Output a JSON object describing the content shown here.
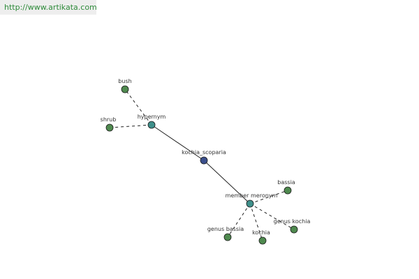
{
  "header": {
    "url": "http://www.artikata.com"
  },
  "colors": {
    "root_node": "#3b4f8c",
    "relation_node": "#3e8f8a",
    "leaf_node": "#4f8a4f",
    "node_stroke": "#1a1a1a",
    "edge": "#222222",
    "banner_bg": "#eeeeee",
    "banner_text": "#2e8b3a"
  },
  "graph": {
    "nodes": [
      {
        "id": "kochia_scoparia",
        "label": "kochia_scoparia",
        "kind": "root"
      },
      {
        "id": "hypernym",
        "label": "hypernym",
        "kind": "relation"
      },
      {
        "id": "member_meronym",
        "label": "member meronym",
        "kind": "relation"
      },
      {
        "id": "bush",
        "label": "bush",
        "kind": "leaf"
      },
      {
        "id": "shrub",
        "label": "shrub",
        "kind": "leaf"
      },
      {
        "id": "bassia",
        "label": "bassia",
        "kind": "leaf"
      },
      {
        "id": "genus_kochia",
        "label": "genus kochia",
        "kind": "leaf"
      },
      {
        "id": "kochia",
        "label": "kochia",
        "kind": "leaf"
      },
      {
        "id": "genus_bassia",
        "label": "genus bassia",
        "kind": "leaf"
      }
    ],
    "edges": [
      {
        "from": "kochia_scoparia",
        "to": "hypernym",
        "style": "solid"
      },
      {
        "from": "kochia_scoparia",
        "to": "member_meronym",
        "style": "solid"
      },
      {
        "from": "hypernym",
        "to": "bush",
        "style": "dashed"
      },
      {
        "from": "hypernym",
        "to": "shrub",
        "style": "dashed"
      },
      {
        "from": "member_meronym",
        "to": "bassia",
        "style": "dashed"
      },
      {
        "from": "member_meronym",
        "to": "genus_kochia",
        "style": "dashed"
      },
      {
        "from": "member_meronym",
        "to": "kochia",
        "style": "dashed"
      },
      {
        "from": "member_meronym",
        "to": "genus_bassia",
        "style": "dashed"
      }
    ]
  }
}
